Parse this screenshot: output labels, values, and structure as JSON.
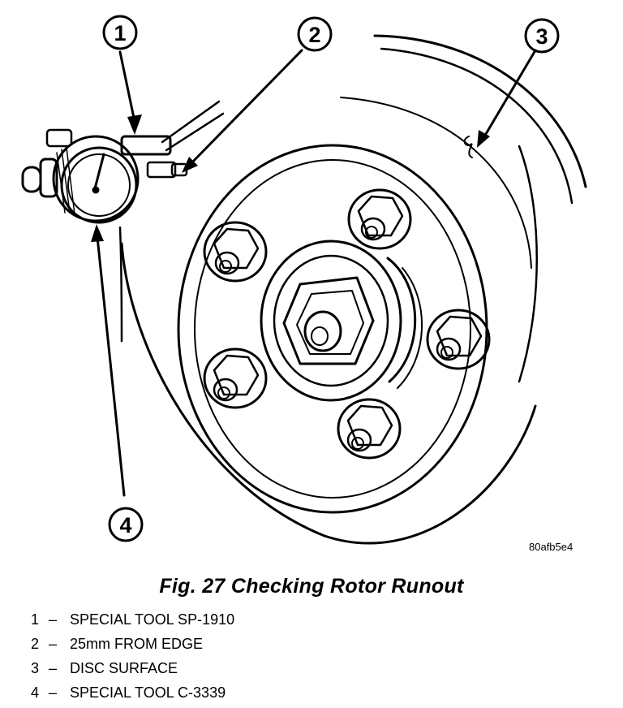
{
  "figure": {
    "image_code": "80afb5e4",
    "caption": "Fig. 27 Checking Rotor Runout",
    "callouts": [
      {
        "number": "1"
      },
      {
        "number": "2"
      },
      {
        "number": "3"
      },
      {
        "number": "4"
      }
    ],
    "legend": [
      {
        "number": "1",
        "dash": "–",
        "text": "SPECIAL TOOL SP-1910"
      },
      {
        "number": "2",
        "dash": "–",
        "text": "25mm FROM EDGE"
      },
      {
        "number": "3",
        "dash": "–",
        "text": "DISC SURFACE"
      },
      {
        "number": "4",
        "dash": "–",
        "text": "SPECIAL TOOL C-3339"
      }
    ]
  }
}
